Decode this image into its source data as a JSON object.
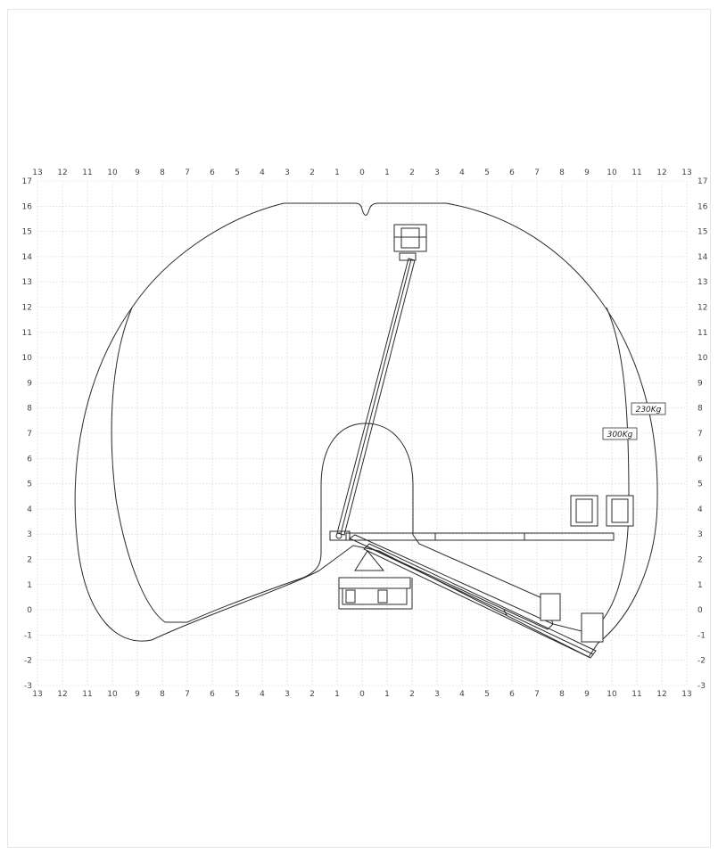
{
  "x_axis": {
    "labels": [
      "13",
      "12",
      "11",
      "10",
      "9",
      "8",
      "7",
      "6",
      "5",
      "4",
      "3",
      "2",
      "1",
      "0",
      "1",
      "2",
      "3",
      "4",
      "5",
      "6",
      "7",
      "8",
      "9",
      "10",
      "11",
      "12",
      "13"
    ]
  },
  "y_axis": {
    "labels": [
      "17",
      "16",
      "15",
      "14",
      "13",
      "12",
      "11",
      "10",
      "9",
      "8",
      "7",
      "6",
      "5",
      "4",
      "3",
      "2",
      "1",
      "0",
      "-1",
      "-2",
      "-3"
    ]
  },
  "capacity_labels": {
    "outer": "230Kg",
    "inner": "300Kg"
  },
  "colors": {
    "line": "#2a2a2a",
    "grid": "#c8c8c8",
    "background": "#ffffff"
  }
}
